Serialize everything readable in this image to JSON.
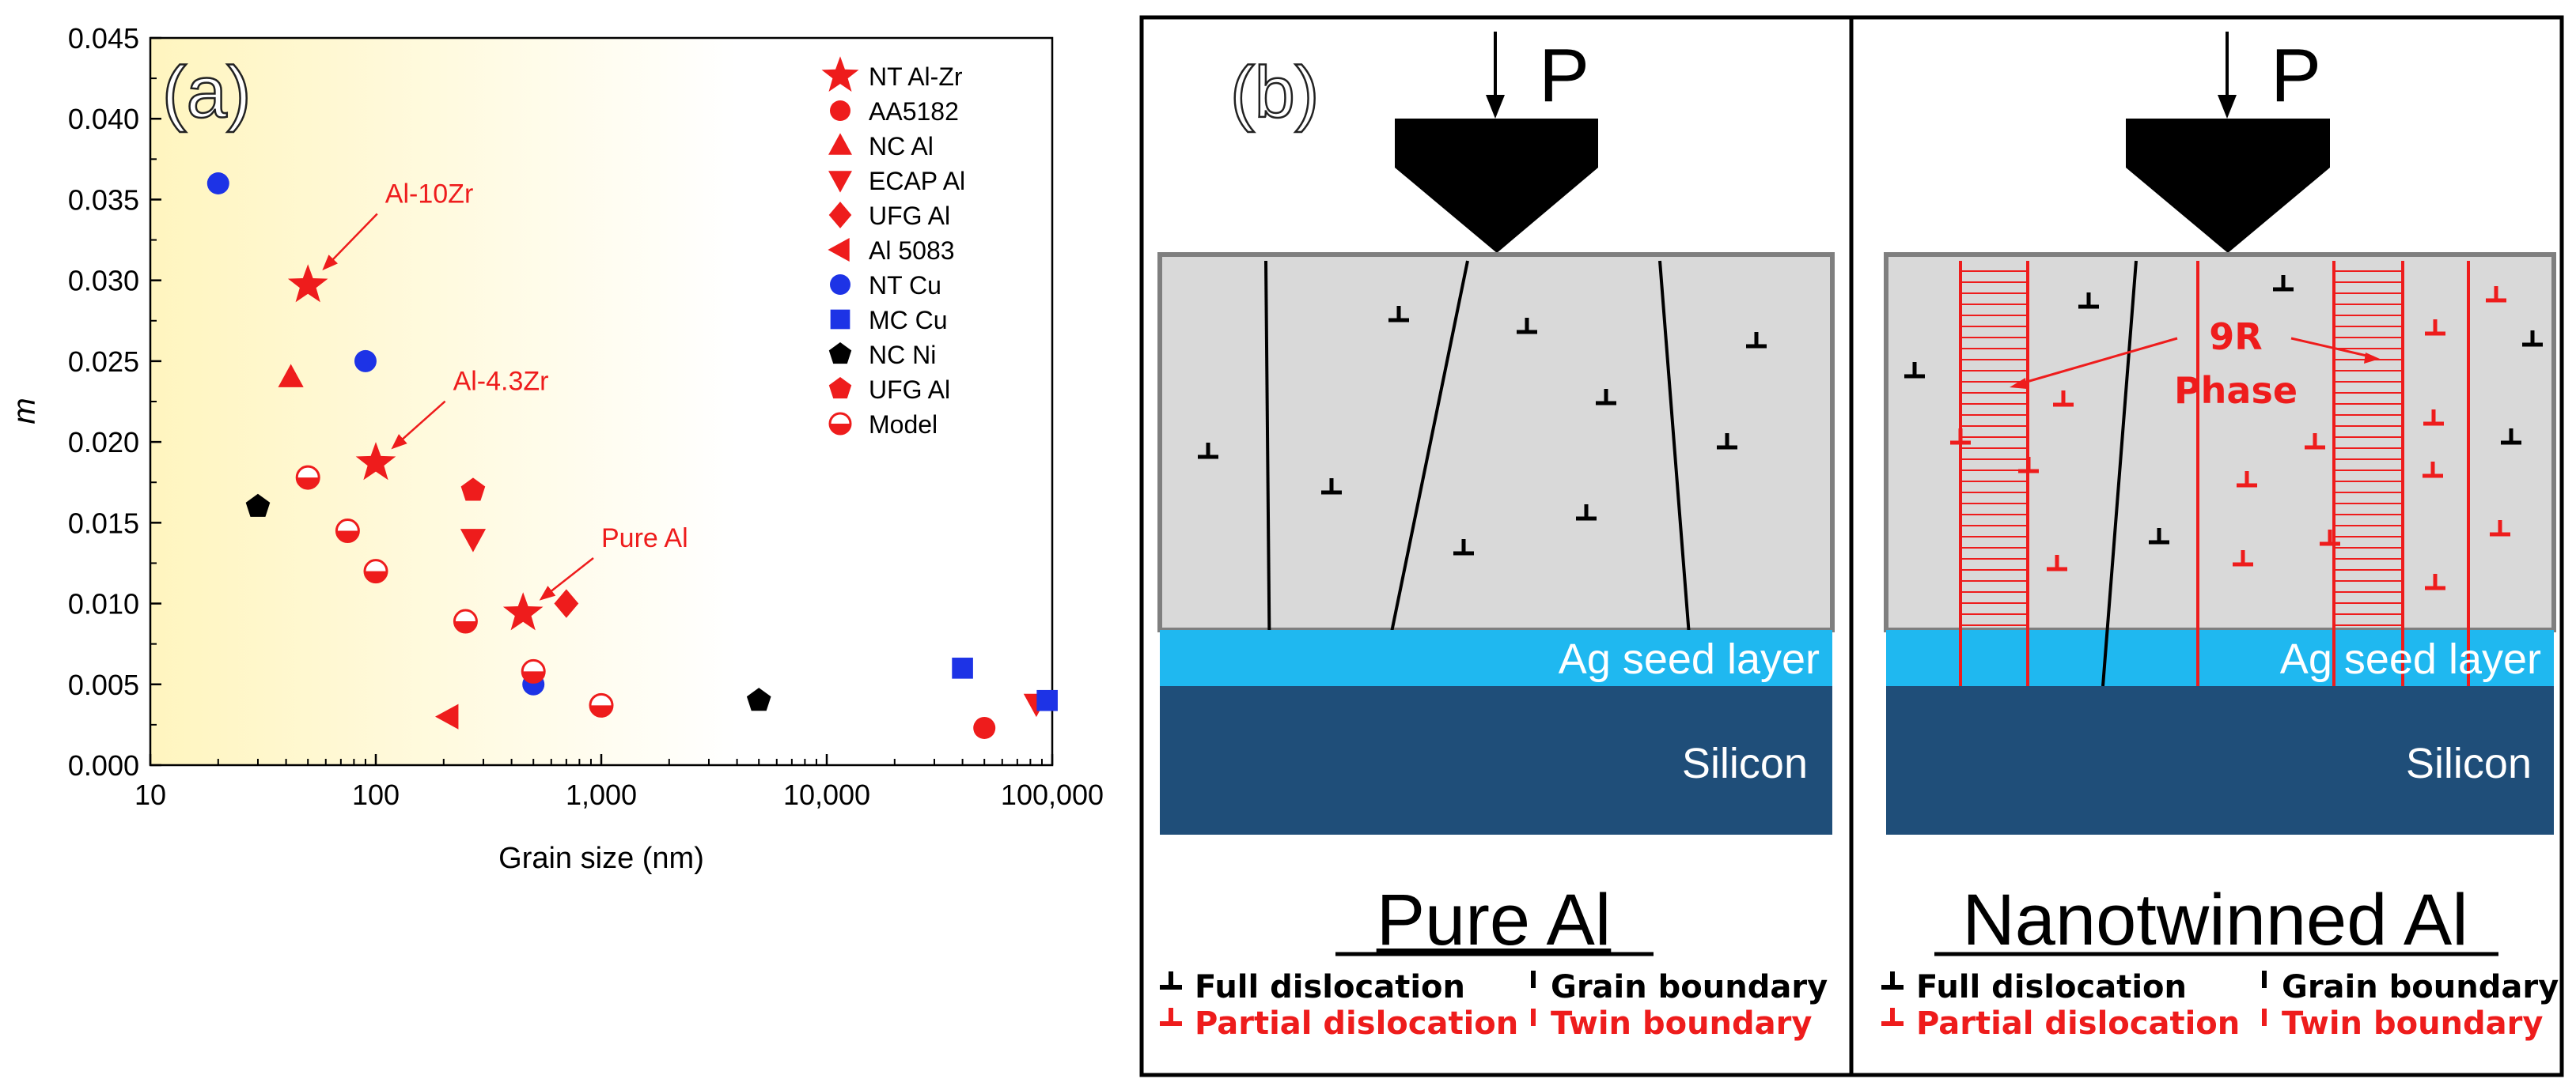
{
  "chart_data": {
    "type": "scatter",
    "panel_label": "(a)",
    "xlabel": "Grain size (nm)",
    "ylabel": "m",
    "x_scale": "log",
    "xlim": [
      10,
      100000
    ],
    "ylim": [
      0,
      0.045
    ],
    "x_ticks": [
      10,
      100,
      1000,
      10000,
      100000
    ],
    "x_tick_labels": [
      "10",
      "100",
      "1,000",
      "10,000",
      "100,000"
    ],
    "y_ticks": [
      0,
      0.005,
      0.01,
      0.015,
      0.02,
      0.025,
      0.03,
      0.035,
      0.04,
      0.045
    ],
    "y_tick_labels": [
      "0.000",
      "0.005",
      "0.010",
      "0.015",
      "0.020",
      "0.025",
      "0.030",
      "0.035",
      "0.040",
      "0.045"
    ],
    "legend_position": "right",
    "colors": {
      "red": "#ee1c1c",
      "blue": "#1d33e6",
      "black": "#000000",
      "bg_fade": "#fff7c4"
    },
    "series": [
      {
        "name": "NT Al-Zr",
        "marker": "star",
        "color": "#ee1c1c",
        "points": [
          [
            50,
            0.0297
          ],
          [
            100,
            0.0187
          ],
          [
            450,
            0.0094
          ]
        ]
      },
      {
        "name": "AA5182",
        "marker": "circle",
        "color": "#ee1c1c",
        "points": [
          [
            50000,
            0.0023
          ]
        ]
      },
      {
        "name": "NC Al",
        "marker": "triangle-up",
        "color": "#ee1c1c",
        "points": [
          [
            42,
            0.024
          ]
        ]
      },
      {
        "name": "ECAP Al",
        "marker": "triangle-down",
        "color": "#ee1c1c",
        "points": [
          [
            270,
            0.014
          ],
          [
            85000,
            0.0038
          ]
        ]
      },
      {
        "name": "UFG Al",
        "marker": "diamond",
        "color": "#ee1c1c",
        "points": [
          [
            700,
            0.01
          ]
        ]
      },
      {
        "name": "Al 5083",
        "marker": "triangle-left",
        "color": "#ee1c1c",
        "points": [
          [
            210,
            0.003
          ]
        ]
      },
      {
        "name": "NT Cu",
        "marker": "circle",
        "color": "#1d33e6",
        "points": [
          [
            20,
            0.036
          ],
          [
            90,
            0.025
          ],
          [
            500,
            0.005
          ]
        ]
      },
      {
        "name": "MC Cu",
        "marker": "square",
        "color": "#1d33e6",
        "points": [
          [
            40000,
            0.006
          ],
          [
            95000,
            0.004
          ]
        ]
      },
      {
        "name": "NC Ni",
        "marker": "pentagon",
        "color": "#000000",
        "points": [
          [
            30,
            0.016
          ],
          [
            5000,
            0.004
          ]
        ]
      },
      {
        "name": "UFG Al",
        "marker": "pentagon",
        "color": "#ee1c1c",
        "points": [
          [
            270,
            0.017
          ]
        ]
      },
      {
        "name": "Model",
        "marker": "half-circle",
        "color": "#ee1c1c",
        "points": [
          [
            50,
            0.0178
          ],
          [
            75,
            0.0145
          ],
          [
            100,
            0.012
          ],
          [
            250,
            0.0089
          ],
          [
            500,
            0.0058
          ],
          [
            1000,
            0.0037
          ]
        ]
      }
    ],
    "annotations": [
      {
        "text": "Al-10Zr",
        "target": [
          50,
          0.0297
        ],
        "text_at": [
          110,
          0.0348
        ]
      },
      {
        "text": "Al-4.3Zr",
        "target": [
          100,
          0.0187
        ],
        "text_at": [
          220,
          0.0232
        ]
      },
      {
        "text": "Pure Al",
        "target": [
          450,
          0.0094
        ],
        "text_at": [
          1000,
          0.0135
        ]
      }
    ]
  },
  "diagram": {
    "panel_label": "(b)",
    "load_label": "P",
    "left": {
      "title": "Pure Al",
      "seed_label": "Ag seed layer",
      "substrate_label": "Silicon",
      "legend": {
        "full": "Full dislocation",
        "partial": "Partial dislocation",
        "grain": "Grain boundary",
        "twin": "Twin boundary"
      }
    },
    "right": {
      "title": "Nanotwinned Al",
      "seed_label": "Ag seed layer",
      "substrate_label": "Silicon",
      "phase_label_1": "9R",
      "phase_label_2": "Phase",
      "legend": {
        "full": "Full dislocation",
        "partial": "Partial dislocation",
        "grain": "Grain boundary",
        "twin": "Twin boundary"
      }
    },
    "colors": {
      "film": "#d9d9d9",
      "seed": "#1fb8f0",
      "silicon": "#1f4e79",
      "red": "#ee1c1c"
    }
  }
}
